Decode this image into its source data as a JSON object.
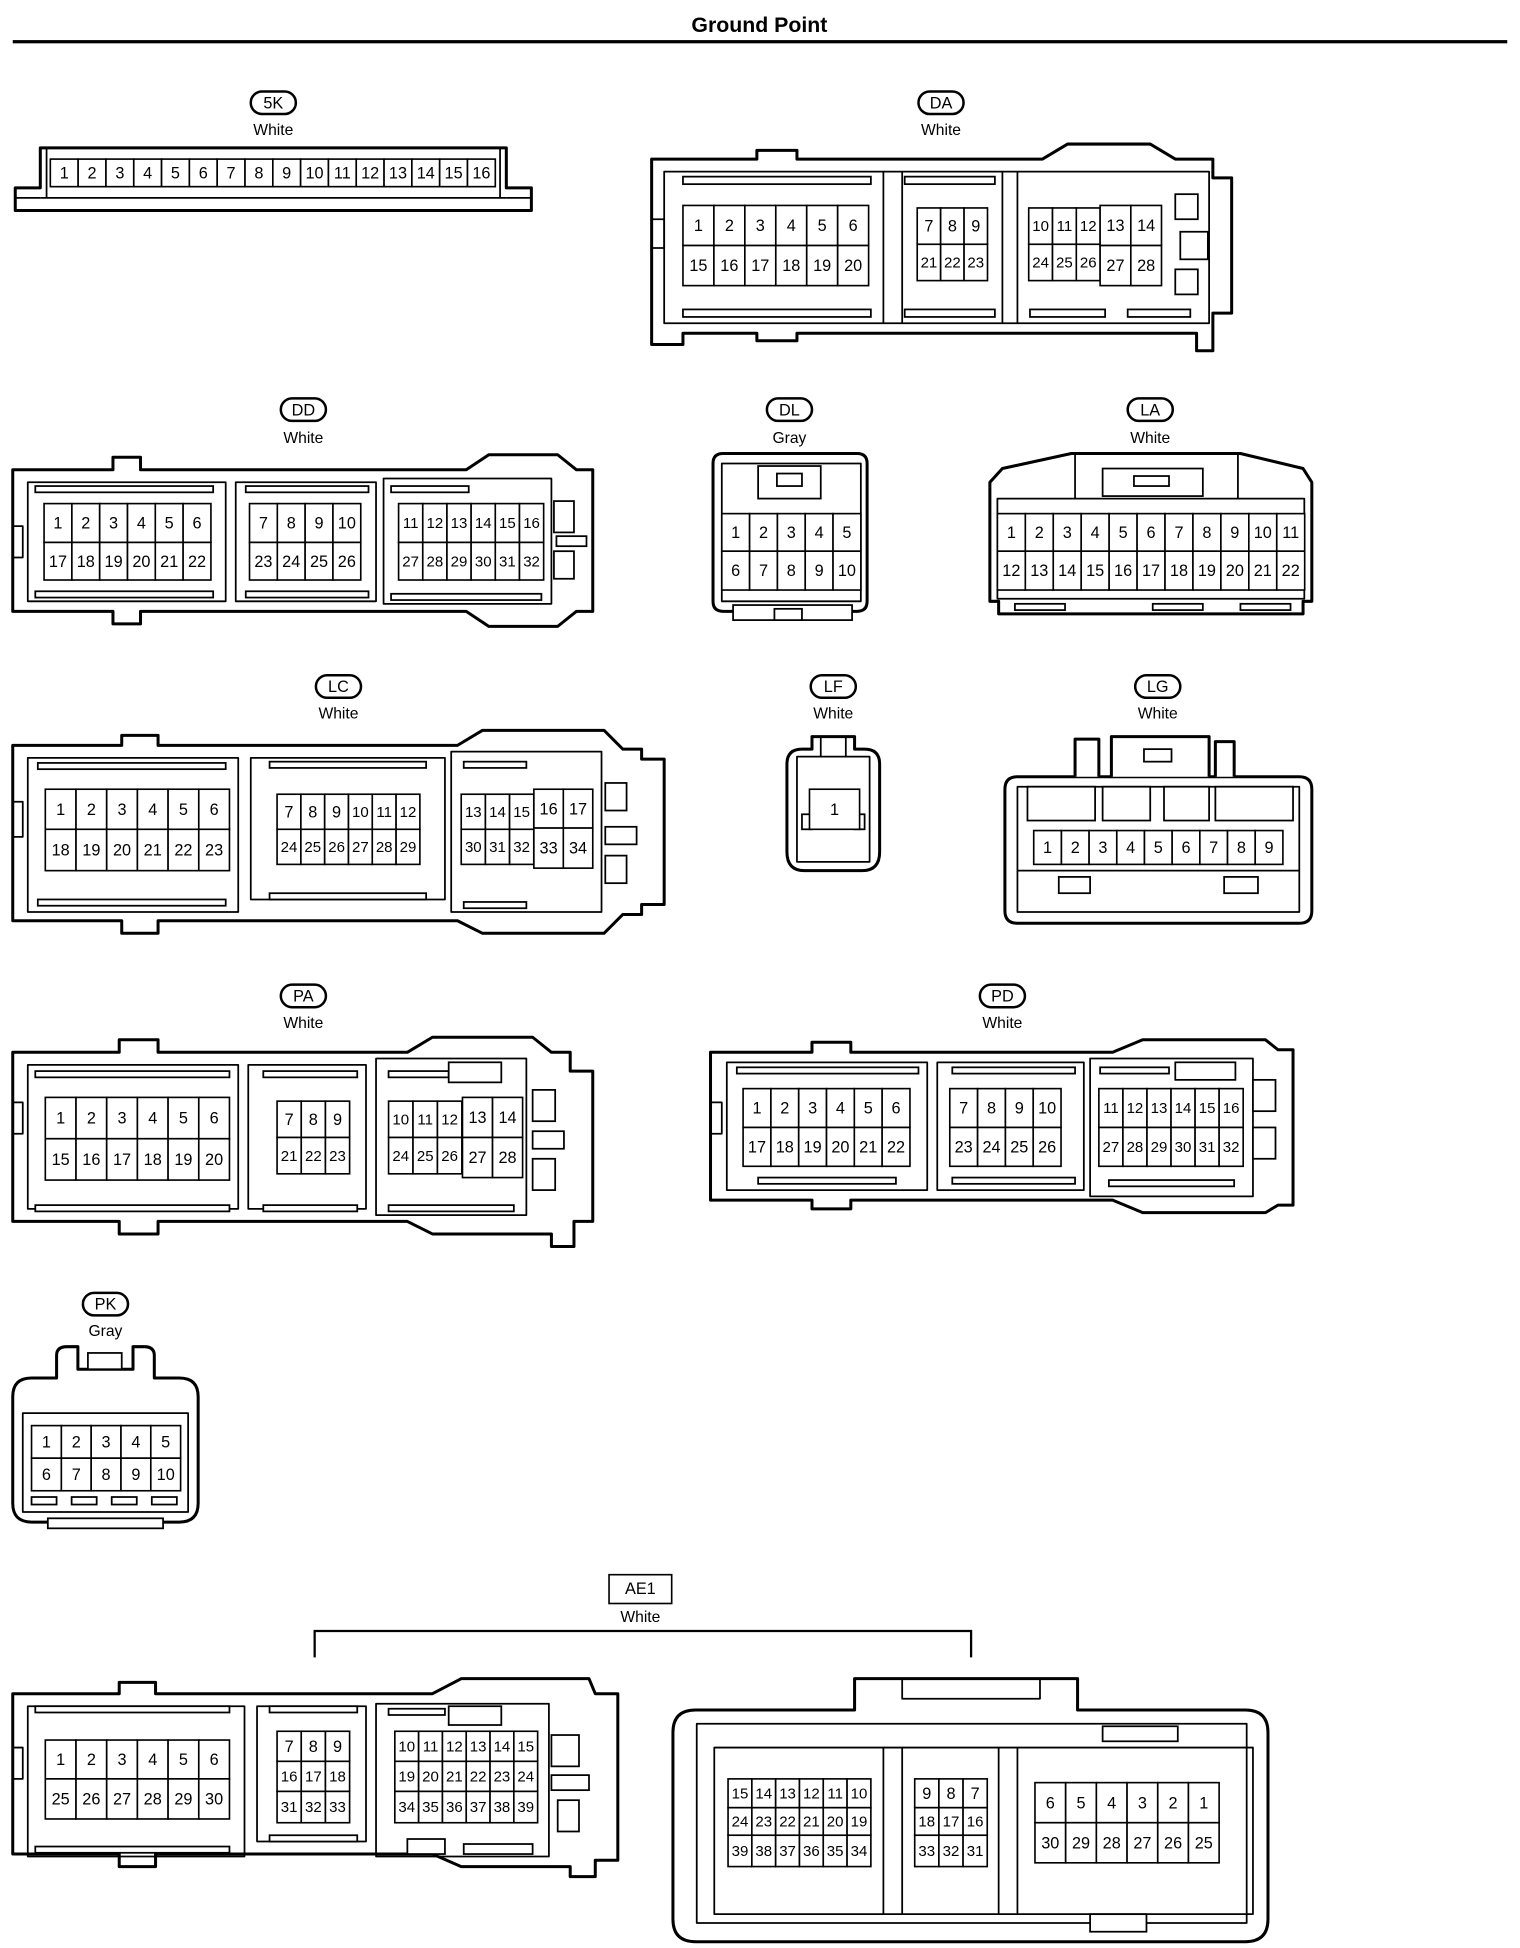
{
  "title": "Ground Point",
  "connectors": [
    {
      "code": "5K",
      "color": "White",
      "blocks": [
        [
          [
            "1",
            "2",
            "3",
            "4",
            "5",
            "6",
            "7",
            "8",
            "9",
            "10",
            "11",
            "12",
            "13",
            "14",
            "15",
            "16"
          ]
        ]
      ]
    },
    {
      "code": "DA",
      "color": "White",
      "blocks": [
        [
          [
            "1",
            "2",
            "3",
            "4",
            "5",
            "6"
          ],
          [
            "15",
            "16",
            "17",
            "18",
            "19",
            "20"
          ]
        ],
        [
          [
            "7",
            "8",
            "9"
          ],
          [
            "21",
            "22",
            "23"
          ]
        ],
        [
          [
            "10",
            "11",
            "12"
          ],
          [
            "24",
            "25",
            "26"
          ]
        ],
        [
          [
            "13",
            "14"
          ],
          [
            "27",
            "28"
          ]
        ]
      ]
    },
    {
      "code": "DD",
      "color": "White",
      "blocks": [
        [
          [
            "1",
            "2",
            "3",
            "4",
            "5",
            "6"
          ],
          [
            "17",
            "18",
            "19",
            "20",
            "21",
            "22"
          ]
        ],
        [
          [
            "7",
            "8",
            "9",
            "10"
          ],
          [
            "23",
            "24",
            "25",
            "26"
          ]
        ],
        [
          [
            "11",
            "12",
            "13",
            "14",
            "15",
            "16"
          ],
          [
            "27",
            "28",
            "29",
            "30",
            "31",
            "32"
          ]
        ]
      ]
    },
    {
      "code": "DL",
      "color": "Gray",
      "blocks": [
        [
          [
            "1",
            "2",
            "3",
            "4",
            "5"
          ],
          [
            "6",
            "7",
            "8",
            "9",
            "10"
          ]
        ]
      ]
    },
    {
      "code": "LA",
      "color": "White",
      "blocks": [
        [
          [
            "1",
            "2",
            "3",
            "4",
            "5",
            "6",
            "7",
            "8",
            "9",
            "10",
            "11"
          ],
          [
            "12",
            "13",
            "14",
            "15",
            "16",
            "17",
            "18",
            "19",
            "20",
            "21",
            "22"
          ]
        ]
      ]
    },
    {
      "code": "LC",
      "color": "White",
      "blocks": [
        [
          [
            "1",
            "2",
            "3",
            "4",
            "5",
            "6"
          ],
          [
            "18",
            "19",
            "20",
            "21",
            "22",
            "23"
          ]
        ],
        [
          [
            "7",
            "8",
            "9",
            "10",
            "11",
            "12"
          ],
          [
            "24",
            "25",
            "26",
            "27",
            "28",
            "29"
          ]
        ],
        [
          [
            "13",
            "14",
            "15"
          ],
          [
            "30",
            "31",
            "32"
          ]
        ],
        [
          [
            "16",
            "17"
          ],
          [
            "33",
            "34"
          ]
        ]
      ]
    },
    {
      "code": "LF",
      "color": "White",
      "blocks": [
        [
          [
            "1"
          ]
        ]
      ]
    },
    {
      "code": "LG",
      "color": "White",
      "blocks": [
        [
          [
            "1",
            "2",
            "3",
            "4",
            "5",
            "6",
            "7",
            "8",
            "9"
          ]
        ]
      ]
    },
    {
      "code": "PA",
      "color": "White",
      "blocks": [
        [
          [
            "1",
            "2",
            "3",
            "4",
            "5",
            "6"
          ],
          [
            "15",
            "16",
            "17",
            "18",
            "19",
            "20"
          ]
        ],
        [
          [
            "7",
            "8",
            "9"
          ],
          [
            "21",
            "22",
            "23"
          ]
        ],
        [
          [
            "10",
            "11",
            "12"
          ],
          [
            "24",
            "25",
            "26"
          ]
        ],
        [
          [
            "13",
            "14"
          ],
          [
            "27",
            "28"
          ]
        ]
      ]
    },
    {
      "code": "PD",
      "color": "White",
      "blocks": [
        [
          [
            "1",
            "2",
            "3",
            "4",
            "5",
            "6"
          ],
          [
            "17",
            "18",
            "19",
            "20",
            "21",
            "22"
          ]
        ],
        [
          [
            "7",
            "8",
            "9",
            "10"
          ],
          [
            "23",
            "24",
            "25",
            "26"
          ]
        ],
        [
          [
            "11",
            "12",
            "13",
            "14",
            "15",
            "16"
          ],
          [
            "27",
            "28",
            "29",
            "30",
            "31",
            "32"
          ]
        ]
      ]
    },
    {
      "code": "PK",
      "color": "Gray",
      "blocks": [
        [
          [
            "1",
            "2",
            "3",
            "4",
            "5"
          ],
          [
            "6",
            "7",
            "8",
            "9",
            "10"
          ]
        ]
      ]
    }
  ],
  "group_connector": {
    "code": "AE1",
    "color": "White",
    "parts": [
      {
        "blocks": [
          [
            [
              "1",
              "2",
              "3",
              "4",
              "5",
              "6"
            ],
            [
              "25",
              "26",
              "27",
              "28",
              "29",
              "30"
            ]
          ],
          [
            [
              "7",
              "8",
              "9"
            ],
            [
              "16",
              "17",
              "18"
            ],
            [
              "31",
              "32",
              "33"
            ]
          ],
          [
            [
              "10",
              "11",
              "12",
              "13",
              "14",
              "15"
            ],
            [
              "19",
              "20",
              "21",
              "22",
              "23",
              "24"
            ],
            [
              "34",
              "35",
              "36",
              "37",
              "38",
              "39"
            ]
          ]
        ]
      },
      {
        "blocks": [
          [
            [
              "15",
              "14",
              "13",
              "12",
              "11",
              "10"
            ],
            [
              "24",
              "23",
              "22",
              "21",
              "20",
              "19"
            ],
            [
              "39",
              "38",
              "37",
              "36",
              "35",
              "34"
            ]
          ],
          [
            [
              "9",
              "8",
              "7"
            ],
            [
              "18",
              "17",
              "16"
            ],
            [
              "33",
              "32",
              "31"
            ]
          ],
          [
            [
              "6",
              "5",
              "4",
              "3",
              "2",
              "1"
            ],
            [
              "30",
              "29",
              "28",
              "27",
              "26",
              "25"
            ]
          ]
        ]
      }
    ]
  }
}
